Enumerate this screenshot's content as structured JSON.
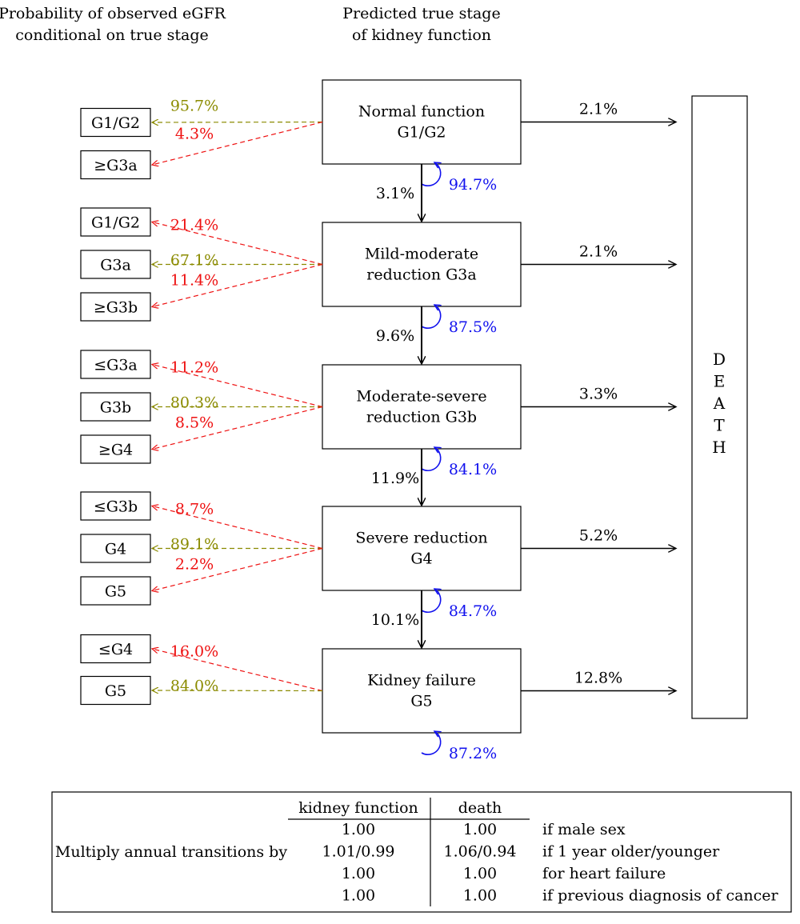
{
  "headers": {
    "left": [
      "Probability of observed eGFR",
      "conditional on true stage"
    ],
    "center": [
      "Predicted true stage",
      "of kidney function"
    ]
  },
  "colors": {
    "correct": "#8B8B00",
    "misclass": "#EE1111",
    "self": "#1111EE",
    "line": "#000000"
  },
  "death_label": [
    "D",
    "E",
    "A",
    "T",
    "H"
  ],
  "stages": [
    {
      "label": [
        "Normal function",
        "G1/G2"
      ],
      "death": "2.1%",
      "stay": "94.7%",
      "progress": "3.1%",
      "observed": [
        {
          "label": "G1/G2",
          "pct": "95.7%",
          "kind": "correct"
        },
        {
          "label": "≥G3a",
          "pct": "4.3%",
          "kind": "misclass"
        }
      ]
    },
    {
      "label": [
        "Mild-moderate",
        "reduction G3a"
      ],
      "death": "2.1%",
      "stay": "87.5%",
      "progress": "9.6%",
      "observed": [
        {
          "label": "G1/G2",
          "pct": "21.4%",
          "kind": "misclass"
        },
        {
          "label": "G3a",
          "pct": "67.1%",
          "kind": "correct"
        },
        {
          "label": "≥G3b",
          "pct": "11.4%",
          "kind": "misclass"
        }
      ]
    },
    {
      "label": [
        "Moderate-severe",
        "reduction G3b"
      ],
      "death": "3.3%",
      "stay": "84.1%",
      "progress": "11.9%",
      "observed": [
        {
          "label": "≤G3a",
          "pct": "11.2%",
          "kind": "misclass"
        },
        {
          "label": "G3b",
          "pct": "80.3%",
          "kind": "correct"
        },
        {
          "label": "≥G4",
          "pct": "8.5%",
          "kind": "misclass"
        }
      ]
    },
    {
      "label": [
        "Severe reduction",
        "G4"
      ],
      "death": "5.2%",
      "stay": "84.7%",
      "progress": "10.1%",
      "observed": [
        {
          "label": "≤G3b",
          "pct": "8.7%",
          "kind": "misclass"
        },
        {
          "label": "G4",
          "pct": "89.1%",
          "kind": "correct"
        },
        {
          "label": "G5",
          "pct": "2.2%",
          "kind": "misclass"
        }
      ]
    },
    {
      "label": [
        "Kidney failure",
        "G5"
      ],
      "death": "12.8%",
      "stay": "87.2%",
      "progress": null,
      "observed": [
        {
          "label": "≤G4",
          "pct": "16.0%",
          "kind": "misclass"
        },
        {
          "label": "G5",
          "pct": "84.0%",
          "kind": "correct"
        }
      ]
    }
  ],
  "table": {
    "row_label": "Multiply annual transitions by",
    "headers": [
      "kidney function",
      "death"
    ],
    "rows": [
      {
        "kidney": "1.00",
        "death": "1.00",
        "condition": "if male sex"
      },
      {
        "kidney": "1.01/0.99",
        "death": "1.06/0.94",
        "condition": "if 1 year older/younger"
      },
      {
        "kidney": "1.00",
        "death": "1.00",
        "condition": "for heart failure"
      },
      {
        "kidney": "1.00",
        "death": "1.00",
        "condition": "if previous diagnosis of cancer"
      }
    ]
  }
}
